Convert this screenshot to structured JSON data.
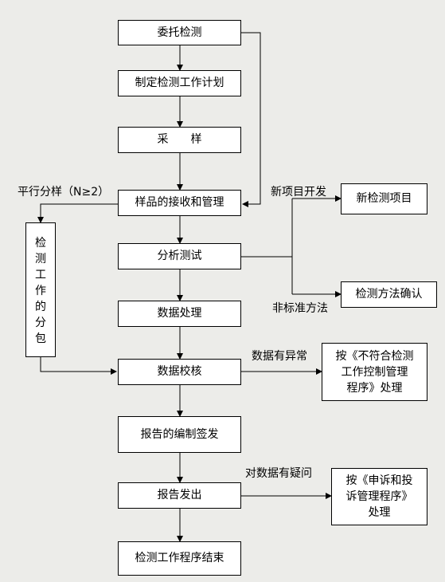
{
  "nodes": {
    "entrust": "委托检测",
    "plan": "制定检测工作计划",
    "sampling": "采　　样",
    "receive": "样品的接收和管理",
    "analysis": "分析测试",
    "processing": "数据处理",
    "verify": "数据校核",
    "compile": "报告的编制签发",
    "issue": "报告发出",
    "end": "检测工作程序结束",
    "new_item": "新检测项目",
    "method_confirm": "检测方法确认",
    "subcontract_chars": [
      "检",
      "测",
      "工",
      "作",
      "的",
      "分",
      "包"
    ],
    "nonconform_lines": [
      "按《不符合检测",
      "工作控制管理",
      "程序》处理"
    ],
    "complaint_lines": [
      "按《申诉和投",
      "诉管理程序》",
      "处理"
    ]
  },
  "labels": {
    "parallel": "平行分样（N≥2）",
    "new_dev": "新项目开发",
    "nonstandard": "非标准方法",
    "anomaly": "数据有异常",
    "doubt": "对数据有疑问"
  }
}
